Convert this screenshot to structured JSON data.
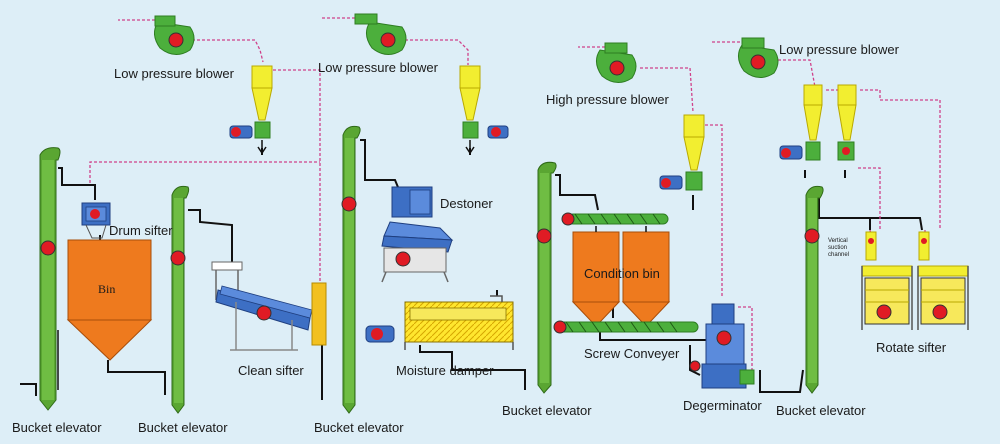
{
  "labels": {
    "low_blower_1": "Low pressure blower",
    "low_blower_2": "Low pressure blower",
    "high_blower": "High pressure blower",
    "low_blower_3": "Low pressure blower",
    "destoner": "Destoner",
    "drum_sifter": "Drum sifter",
    "bin": "Bin",
    "clean_sifter": "Clean sifter",
    "moisture_damper": "Moisture damper",
    "condition_bin": "Condition  bin",
    "screw_conveyer": "Screw Conveyer",
    "degerminator": "Degerminator",
    "vertical_suction_channel": "Vertical suction channel",
    "rotate_sifter": "Rotate sifter",
    "bucket_elevator_1": "Bucket elevator",
    "bucket_elevator_2": "Bucket elevator",
    "bucket_elevator_3": "Bucket elevator",
    "bucket_elevator_4": "Bucket elevator",
    "bucket_elevator_5": "Bucket elevator"
  },
  "colors": {
    "background": "#ddeef7",
    "elevator": "#5aa632",
    "blower": "#4caf3c",
    "cyclone": "#f2ee30",
    "bin": "#ee7a1e",
    "motor_dot": "#e01b24",
    "motor": "#3d6fc4",
    "airline": "#d0418a",
    "line": "#111111"
  }
}
